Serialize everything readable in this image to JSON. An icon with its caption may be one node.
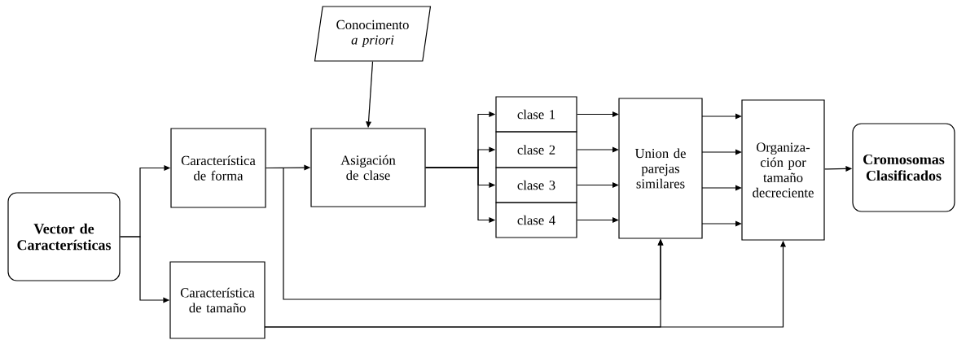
{
  "diagram": {
    "nodes": [
      {
        "text": [
          "Vector de Características"
        ]
      },
      {
        "text": [
          "Característica de forma"
        ]
      },
      {
        "text": [
          "Característica de tamaño"
        ]
      },
      {
        "text": [
          "Conocimento *a priori*"
        ]
      },
      {
        "text": [
          "Asigación de clase"
        ]
      },
      {
        "text": [
          "clase 1"
        ]
      },
      {
        "text": [
          "clase 2"
        ]
      },
      {
        "text": [
          "clase 3"
        ]
      },
      {
        "text": [
          "clase 4"
        ]
      },
      {
        "text": [
          "Union de parejas similares"
        ]
      },
      {
        "text": [
          "Organiza- ción por tamaño decreciente"
        ]
      },
      {
        "text": [
          "Cromosomas Clasificados"
        ]
      }
    ],
    "edges": [
      {
        "from": 0,
        "to": 1,
        "arrow": "to"
      },
      {
        "from": 0,
        "to": 2,
        "arrow": "to"
      },
      {
        "from": 3,
        "to": 4,
        "arrow": "to"
      },
      {
        "from": 1,
        "to": 4,
        "arrow": "to"
      },
      {
        "from": 1,
        "to": 9,
        "arrow": "to"
      },
      {
        "from": 2,
        "to": 9,
        "arrow": "to"
      },
      {
        "from": 2,
        "to": 10,
        "arrow": "to"
      },
      {
        "from": 4,
        "to": 5,
        "arrow": "to"
      },
      {
        "from": 4,
        "to": 6,
        "arrow": "to"
      },
      {
        "from": 4,
        "to": 7,
        "arrow": "to"
      },
      {
        "from": 4,
        "to": 8,
        "arrow": "to"
      },
      {
        "from": 5,
        "to": 9,
        "arrow": "to"
      },
      {
        "from": 6,
        "to": 9,
        "arrow": "to"
      },
      {
        "from": 7,
        "to": 9,
        "arrow": "to"
      },
      {
        "from": 8,
        "to": 9,
        "arrow": "to"
      },
      {
        "from": 9,
        "to": 10,
        "arrow": "to"
      },
      {
        "from": 9,
        "to": 10,
        "arrow": "to"
      },
      {
        "from": 9,
        "to": 10,
        "arrow": "to"
      },
      {
        "from": 9,
        "to": 10,
        "arrow": "to"
      },
      {
        "from": 10,
        "to": 11,
        "arrow": "to"
      }
    ]
  }
}
